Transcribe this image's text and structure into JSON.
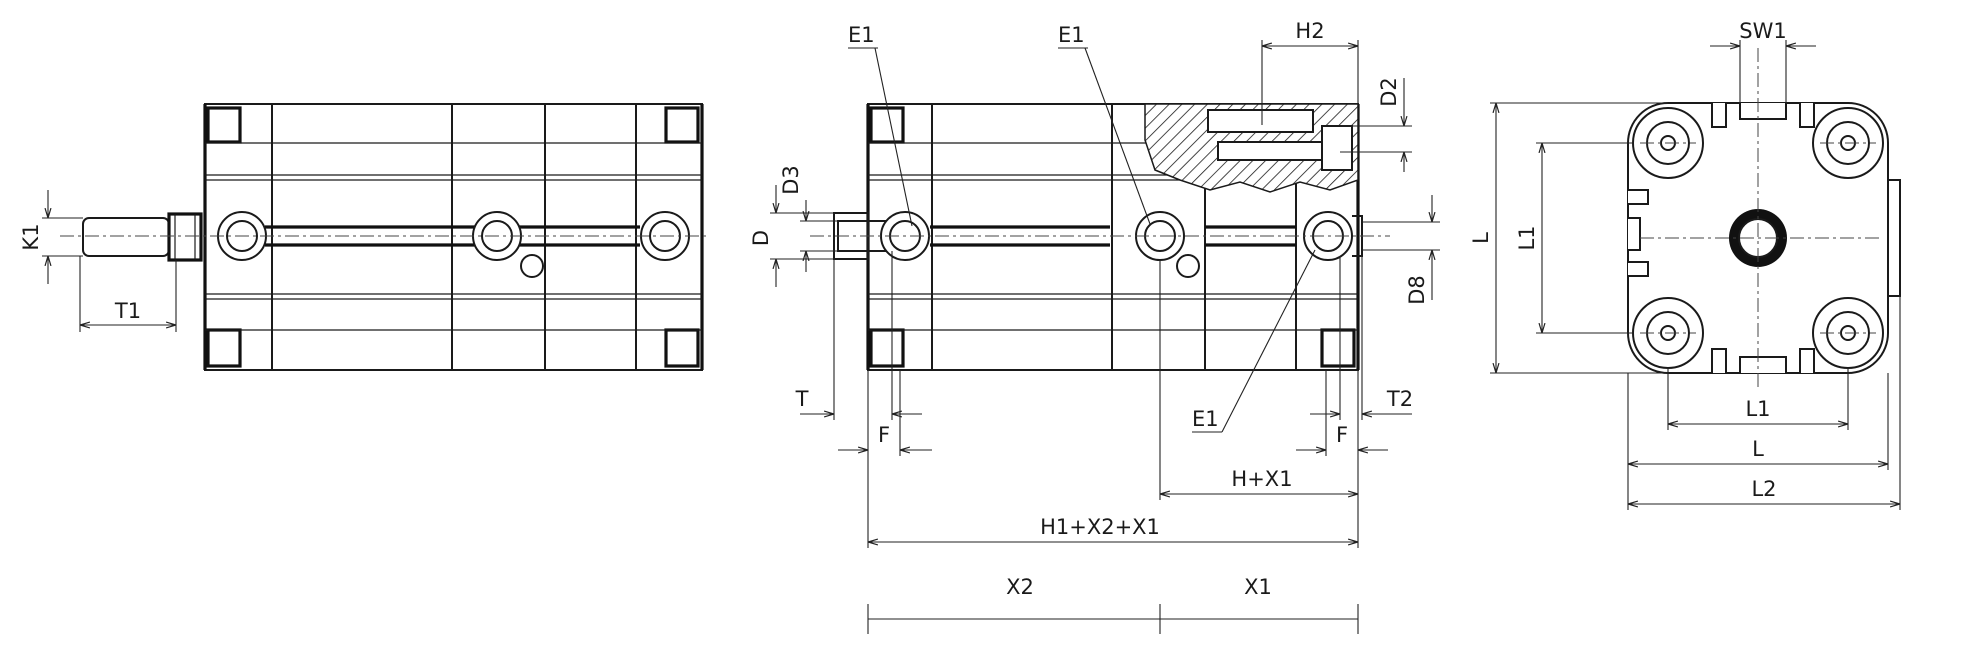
{
  "labels": {
    "k1": "K1",
    "t1": "T1",
    "e1_left": "E1",
    "e1_mid": "E1",
    "e1_low": "E1",
    "h2": "H2",
    "d2": "D2",
    "d3": "D3",
    "d": "D",
    "d8": "D8",
    "t": "T",
    "f_left": "F",
    "f_right": "F",
    "t2": "T2",
    "h_x1": "H+X1",
    "h1_x2_x1": "H1+X2+X1",
    "x2": "X2",
    "x1": "X1",
    "sw1": "SW1",
    "l_vert": "L",
    "l1_vert": "L1",
    "l1_horiz": "L1",
    "l_horiz": "L",
    "l2": "L2"
  }
}
